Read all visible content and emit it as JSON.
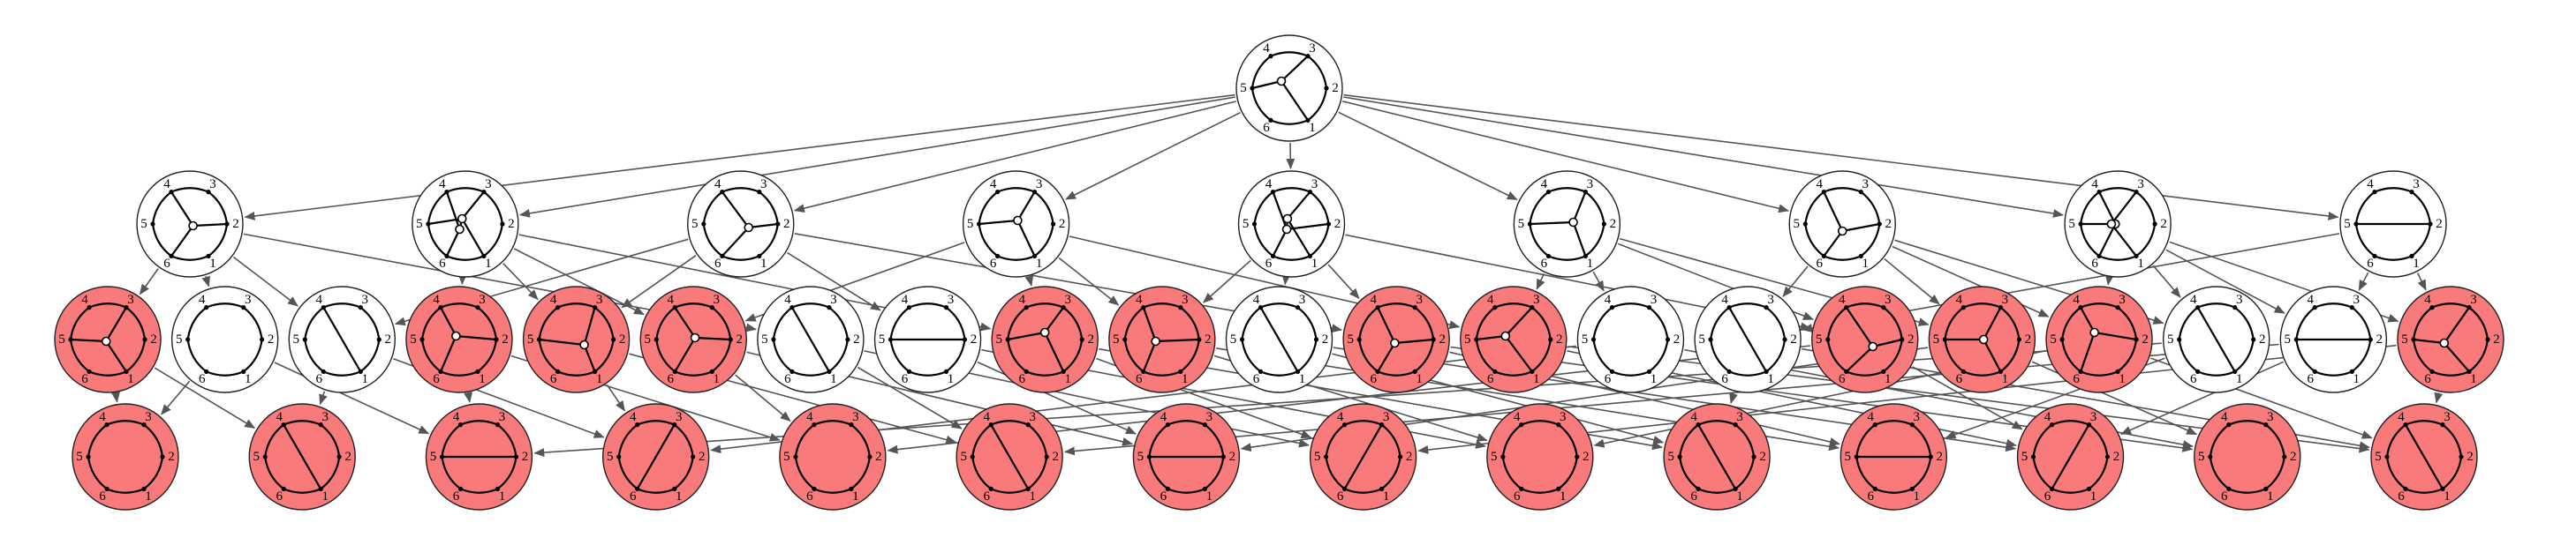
{
  "colors": {
    "highlight_fill": "#f87a7a",
    "plain_fill": "#ffffff",
    "edge": "#555555",
    "stroke": "#000000"
  },
  "vertex_labels": [
    "1",
    "2",
    "3",
    "4",
    "5",
    "6"
  ],
  "diagram": {
    "kind": "directed graph of circular chord diagrams",
    "levels": [
      {
        "level": 0,
        "nodes": [
          {
            "id": "n0",
            "highlighted": false,
            "hubs": 1
          }
        ]
      },
      {
        "level": 1,
        "nodes": [
          {
            "id": "n1_1",
            "highlighted": false,
            "hubs": 1
          },
          {
            "id": "n1_2",
            "highlighted": false,
            "hubs": 2
          },
          {
            "id": "n1_3",
            "highlighted": false,
            "hubs": 1
          },
          {
            "id": "n1_4",
            "highlighted": false,
            "hubs": 1
          },
          {
            "id": "n1_5",
            "highlighted": false,
            "hubs": 2
          },
          {
            "id": "n1_6",
            "highlighted": false,
            "hubs": 1
          },
          {
            "id": "n1_7",
            "highlighted": false,
            "hubs": 1
          },
          {
            "id": "n1_8",
            "highlighted": false,
            "hubs": 2
          },
          {
            "id": "n1_9",
            "highlighted": false,
            "hubs": 0
          }
        ]
      },
      {
        "level": 2,
        "nodes": [
          {
            "id": "n2_1",
            "highlighted": true,
            "hubs": 1
          },
          {
            "id": "n2_2",
            "highlighted": false,
            "hubs": 0
          },
          {
            "id": "n2_3",
            "highlighted": false,
            "hubs": 0
          },
          {
            "id": "n2_4",
            "highlighted": true,
            "hubs": 1
          },
          {
            "id": "n2_5",
            "highlighted": true,
            "hubs": 1
          },
          {
            "id": "n2_6",
            "highlighted": true,
            "hubs": 1
          },
          {
            "id": "n2_7",
            "highlighted": false,
            "hubs": 0
          },
          {
            "id": "n2_8",
            "highlighted": false,
            "hubs": 0
          },
          {
            "id": "n2_9",
            "highlighted": true,
            "hubs": 1
          },
          {
            "id": "n2_10",
            "highlighted": true,
            "hubs": 1
          },
          {
            "id": "n2_11",
            "highlighted": false,
            "hubs": 0
          },
          {
            "id": "n2_12",
            "highlighted": true,
            "hubs": 1
          },
          {
            "id": "n2_13",
            "highlighted": true,
            "hubs": 1
          },
          {
            "id": "n2_14",
            "highlighted": false,
            "hubs": 0
          },
          {
            "id": "n2_15",
            "highlighted": false,
            "hubs": 0
          },
          {
            "id": "n2_16",
            "highlighted": true,
            "hubs": 1
          },
          {
            "id": "n2_17",
            "highlighted": true,
            "hubs": 1
          },
          {
            "id": "n2_18",
            "highlighted": true,
            "hubs": 1
          },
          {
            "id": "n2_19",
            "highlighted": false,
            "hubs": 0
          },
          {
            "id": "n2_20",
            "highlighted": false,
            "hubs": 0
          },
          {
            "id": "n2_21",
            "highlighted": true,
            "hubs": 1
          }
        ]
      },
      {
        "level": 3,
        "nodes": [
          {
            "id": "n3_1",
            "highlighted": true,
            "hubs": 0
          },
          {
            "id": "n3_2",
            "highlighted": true,
            "hubs": 0
          },
          {
            "id": "n3_3",
            "highlighted": true,
            "hubs": 0
          },
          {
            "id": "n3_4",
            "highlighted": true,
            "hubs": 0
          },
          {
            "id": "n3_5",
            "highlighted": true,
            "hubs": 0
          },
          {
            "id": "n3_6",
            "highlighted": true,
            "hubs": 0
          },
          {
            "id": "n3_7",
            "highlighted": true,
            "hubs": 0
          },
          {
            "id": "n3_8",
            "highlighted": true,
            "hubs": 0
          },
          {
            "id": "n3_9",
            "highlighted": true,
            "hubs": 0
          },
          {
            "id": "n3_10",
            "highlighted": true,
            "hubs": 0
          },
          {
            "id": "n3_11",
            "highlighted": true,
            "hubs": 0
          },
          {
            "id": "n3_12",
            "highlighted": true,
            "hubs": 0
          },
          {
            "id": "n3_13",
            "highlighted": true,
            "hubs": 0
          },
          {
            "id": "n3_14",
            "highlighted": true,
            "hubs": 0
          }
        ]
      }
    ],
    "edges": [
      [
        "n0",
        "n1_1"
      ],
      [
        "n0",
        "n1_2"
      ],
      [
        "n0",
        "n1_3"
      ],
      [
        "n0",
        "n1_4"
      ],
      [
        "n0",
        "n1_5"
      ],
      [
        "n0",
        "n1_6"
      ],
      [
        "n0",
        "n1_7"
      ],
      [
        "n0",
        "n1_8"
      ],
      [
        "n0",
        "n1_9"
      ],
      [
        "n1_1",
        "n2_1"
      ],
      [
        "n1_1",
        "n2_2"
      ],
      [
        "n1_1",
        "n2_3"
      ],
      [
        "n1_1",
        "n2_7"
      ],
      [
        "n1_2",
        "n2_4"
      ],
      [
        "n1_2",
        "n2_5"
      ],
      [
        "n1_2",
        "n2_6"
      ],
      [
        "n1_2",
        "n2_9"
      ],
      [
        "n1_3",
        "n2_3"
      ],
      [
        "n1_3",
        "n2_5"
      ],
      [
        "n1_3",
        "n2_8"
      ],
      [
        "n1_3",
        "n2_12"
      ],
      [
        "n1_4",
        "n2_6"
      ],
      [
        "n1_4",
        "n2_9"
      ],
      [
        "n1_4",
        "n2_10"
      ],
      [
        "n1_4",
        "n2_13"
      ],
      [
        "n1_5",
        "n2_10"
      ],
      [
        "n1_5",
        "n2_11"
      ],
      [
        "n1_5",
        "n2_12"
      ],
      [
        "n1_5",
        "n2_16"
      ],
      [
        "n1_6",
        "n2_13"
      ],
      [
        "n1_6",
        "n2_14"
      ],
      [
        "n1_6",
        "n2_16"
      ],
      [
        "n1_6",
        "n2_17"
      ],
      [
        "n1_7",
        "n2_15"
      ],
      [
        "n1_7",
        "n2_17"
      ],
      [
        "n1_7",
        "n2_18"
      ],
      [
        "n1_7",
        "n2_19"
      ],
      [
        "n1_8",
        "n2_18"
      ],
      [
        "n1_8",
        "n2_19"
      ],
      [
        "n1_8",
        "n2_20"
      ],
      [
        "n1_8",
        "n2_21"
      ],
      [
        "n1_9",
        "n2_20"
      ],
      [
        "n1_9",
        "n2_21"
      ],
      [
        "n1_9",
        "n2_15"
      ],
      [
        "n2_1",
        "n3_1"
      ],
      [
        "n2_1",
        "n3_2"
      ],
      [
        "n2_2",
        "n3_1"
      ],
      [
        "n2_2",
        "n3_3"
      ],
      [
        "n2_3",
        "n3_2"
      ],
      [
        "n2_3",
        "n3_4"
      ],
      [
        "n2_4",
        "n3_3"
      ],
      [
        "n2_4",
        "n3_5"
      ],
      [
        "n2_5",
        "n3_4"
      ],
      [
        "n2_5",
        "n3_6"
      ],
      [
        "n2_6",
        "n3_5"
      ],
      [
        "n2_6",
        "n3_7"
      ],
      [
        "n2_7",
        "n3_6"
      ],
      [
        "n2_7",
        "n3_8"
      ],
      [
        "n2_8",
        "n3_7"
      ],
      [
        "n2_8",
        "n3_9"
      ],
      [
        "n2_9",
        "n3_8"
      ],
      [
        "n2_9",
        "n3_10"
      ],
      [
        "n2_10",
        "n3_9"
      ],
      [
        "n2_10",
        "n3_11"
      ],
      [
        "n2_11",
        "n3_10"
      ],
      [
        "n2_11",
        "n3_12"
      ],
      [
        "n2_12",
        "n3_11"
      ],
      [
        "n2_12",
        "n3_13"
      ],
      [
        "n2_13",
        "n3_12"
      ],
      [
        "n2_13",
        "n3_14"
      ],
      [
        "n2_14",
        "n3_13"
      ],
      [
        "n2_14",
        "n3_4"
      ],
      [
        "n2_15",
        "n3_14"
      ],
      [
        "n2_15",
        "n3_10"
      ],
      [
        "n2_16",
        "n3_5"
      ],
      [
        "n2_16",
        "n3_12"
      ],
      [
        "n2_17",
        "n3_7"
      ],
      [
        "n2_17",
        "n3_13"
      ],
      [
        "n2_18",
        "n3_9"
      ],
      [
        "n2_18",
        "n3_14"
      ],
      [
        "n2_19",
        "n3_11"
      ],
      [
        "n2_19",
        "n3_3"
      ],
      [
        "n2_20",
        "n3_12"
      ],
      [
        "n2_20",
        "n3_6"
      ],
      [
        "n2_21",
        "n3_14"
      ],
      [
        "n2_21",
        "n3_8"
      ]
    ]
  }
}
